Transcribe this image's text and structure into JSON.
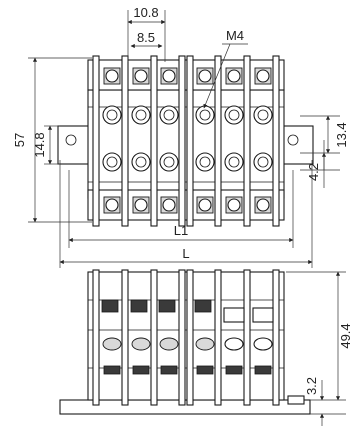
{
  "dimensions": {
    "pitch_outer": "10.8",
    "pitch_inner": "8.5",
    "screw": "M4",
    "height_total": "57",
    "height_mount": "14.8",
    "mount_right": "13.4",
    "offset_right": "4.2",
    "length_inner": "L1",
    "length_total": "L",
    "side_height": "49.4",
    "side_base": "3.2"
  }
}
